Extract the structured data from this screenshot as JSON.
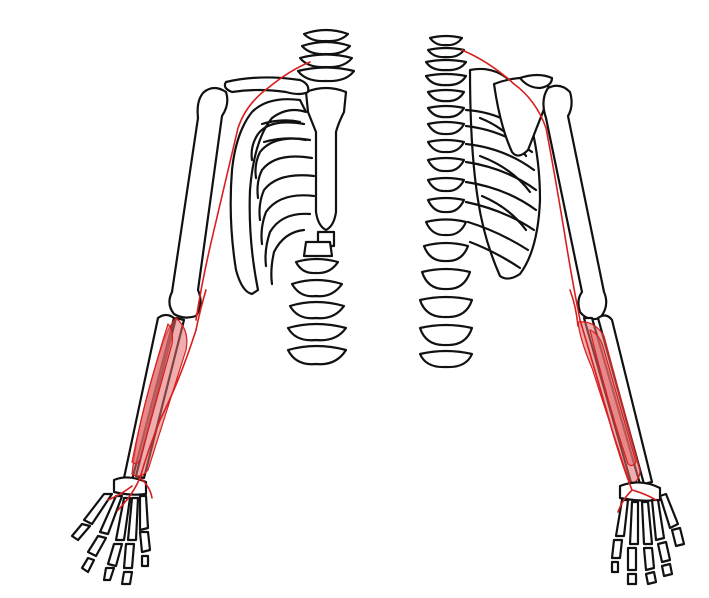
{
  "image": {
    "subject": "skeleton-upper-limbs-with-nerves",
    "colors": {
      "background": "#ffffff",
      "bone_outline": "#111111",
      "nerve": "#d81e1e",
      "muscle": "#e46a6a"
    },
    "views": [
      "anterior",
      "posterior"
    ]
  }
}
